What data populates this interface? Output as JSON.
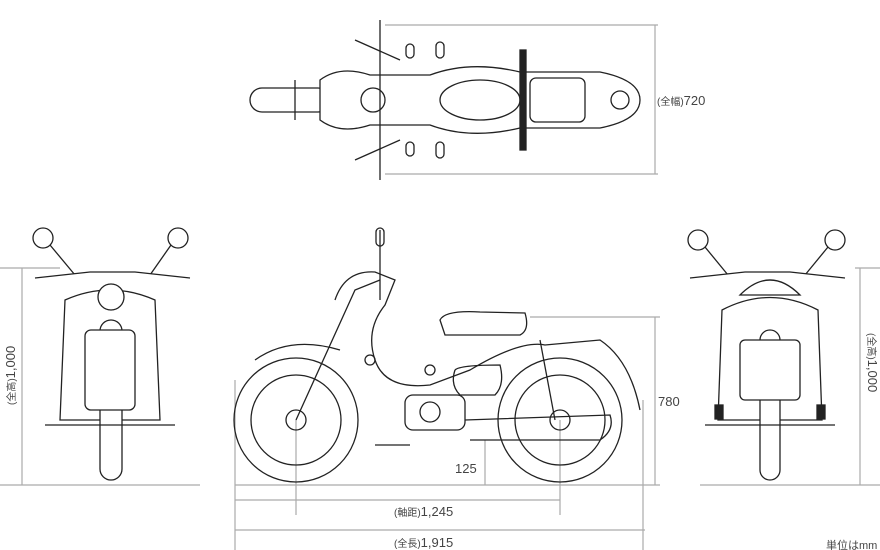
{
  "title": "Motorcycle dimension drawing",
  "dimensions": {
    "width": {
      "prefix": "(全幅)",
      "value": "720"
    },
    "height_left": {
      "prefix": "(全高)",
      "value": "1,000"
    },
    "height_right": {
      "prefix": "(全高)",
      "value": "1,000"
    },
    "seat_height": {
      "value": "780"
    },
    "ground_clearance": {
      "value": "125"
    },
    "wheelbase": {
      "prefix": "(軸距)",
      "value": "1,245"
    },
    "length": {
      "prefix": "(全長)",
      "value": "1,915"
    }
  },
  "unit_note": "単位はmm",
  "colors": {
    "dimension_line": "#aaaaaa",
    "drawing": "#222222"
  }
}
